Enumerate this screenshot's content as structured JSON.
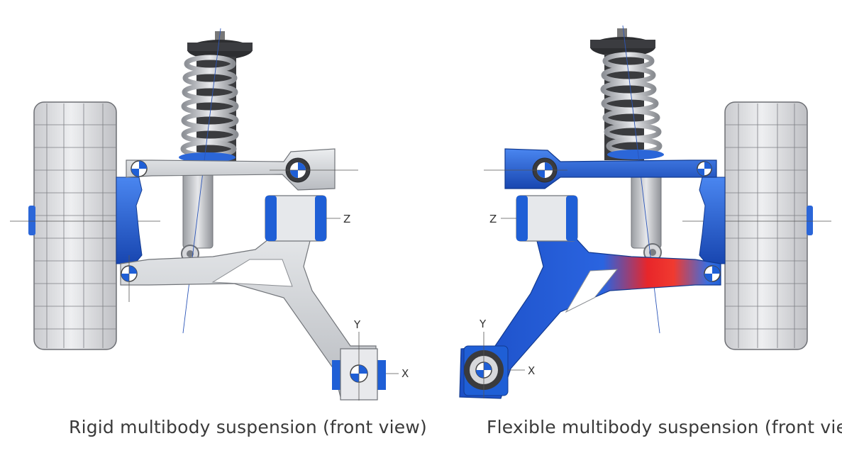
{
  "panels": {
    "left": {
      "caption": "Rigid multibody suspension (front view)",
      "axis_z": "Z",
      "axis_y": "Y",
      "axis_x": "X"
    },
    "right": {
      "caption": "Flexible multibody suspension (front view)",
      "axis_z": "Z",
      "axis_y": "Y",
      "axis_x": "X"
    }
  },
  "colors": {
    "rigid_arm": "#d4d6d9",
    "bushing_blue": "#1f5fd6",
    "flex_arm_blue": "#1f5fd6",
    "stress_red": "#e8262a",
    "tire": "#d9dadd",
    "spring": "#b9bcc2",
    "damper_body": "#2e2e30"
  },
  "icons": [
    "wheel",
    "coil-spring",
    "damper",
    "upper-control-arm",
    "lower-control-arm",
    "bushing",
    "knuckle"
  ]
}
